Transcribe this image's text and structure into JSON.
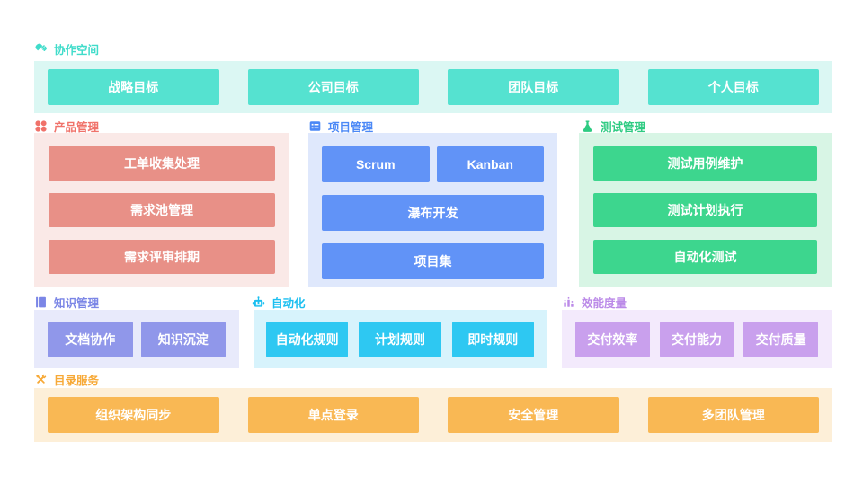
{
  "sections": {
    "collaboration": {
      "label": "协作空间",
      "icon": "handshake-icon",
      "colors": {
        "button": "#55E2D0",
        "panel": "#DBF7F3",
        "label": "#40DCCA"
      },
      "items": [
        "战略目标",
        "公司目标",
        "团队目标",
        "个人目标"
      ]
    },
    "product": {
      "label": "产品管理",
      "icon": "grid-dots-icon",
      "colors": {
        "button": "#E89087",
        "panel": "#FAE9E7",
        "label": "#F0726A"
      },
      "items": [
        "工单收集处理",
        "需求池管理",
        "需求评审排期"
      ]
    },
    "project": {
      "label": "项目管理",
      "icon": "task-board-icon",
      "colors": {
        "button": "#6193F7",
        "panel": "#DFE8FC",
        "label": "#4B88F6"
      },
      "items": [
        "Scrum",
        "Kanban",
        "瀑布开发",
        "项目集"
      ]
    },
    "test": {
      "label": "测试管理",
      "icon": "flask-icon",
      "colors": {
        "button": "#3DD68E",
        "panel": "#D8F5E5",
        "label": "#2ECB82"
      },
      "items": [
        "测试用例维护",
        "测试计划执行",
        "自动化测试"
      ]
    },
    "knowledge": {
      "label": "知识管理",
      "icon": "book-icon",
      "colors": {
        "button": "#9097EA",
        "panel": "#E8EAFB",
        "label": "#7B86E6"
      },
      "items": [
        "文档协作",
        "知识沉淀"
      ]
    },
    "automation": {
      "label": "自动化",
      "icon": "robot-icon",
      "colors": {
        "button": "#2EC8F2",
        "panel": "#D7F3FC",
        "label": "#1CBFF0"
      },
      "items": [
        "自动化规则",
        "计划规则",
        "即时规则"
      ]
    },
    "metrics": {
      "label": "效能度量",
      "icon": "bar-chart-icon",
      "colors": {
        "button": "#C9A0ED",
        "panel": "#F3EAFC",
        "label": "#BB8AE8"
      },
      "items": [
        "交付效率",
        "交付能力",
        "交付质量"
      ]
    },
    "directory": {
      "label": "目录服务",
      "icon": "tools-icon",
      "colors": {
        "button": "#F9B854",
        "panel": "#FDEFD8",
        "label": "#F7A937"
      },
      "items": [
        "组织架构同步",
        "单点登录",
        "安全管理",
        "多团队管理"
      ]
    }
  }
}
